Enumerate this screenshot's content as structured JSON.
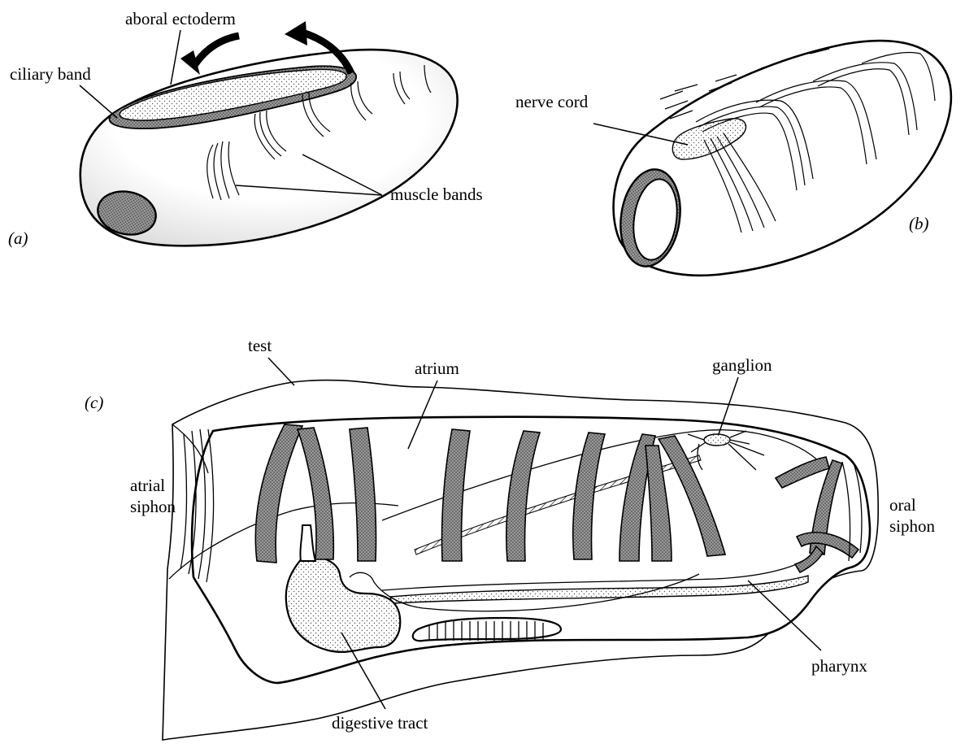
{
  "figure": {
    "panels": [
      {
        "id": "a",
        "panel_label": "(a)",
        "labels": [
          "aboral ectoderm",
          "ciliary band",
          "muscle bands"
        ]
      },
      {
        "id": "b",
        "panel_label": "(b)",
        "labels": [
          "nerve cord"
        ]
      },
      {
        "id": "c",
        "panel_label": "(c)",
        "labels": [
          "test",
          "atrium",
          "ganglion",
          "atrial",
          "siphon",
          "oral",
          "siphon",
          "pharynx",
          "digestive tract"
        ]
      }
    ]
  }
}
